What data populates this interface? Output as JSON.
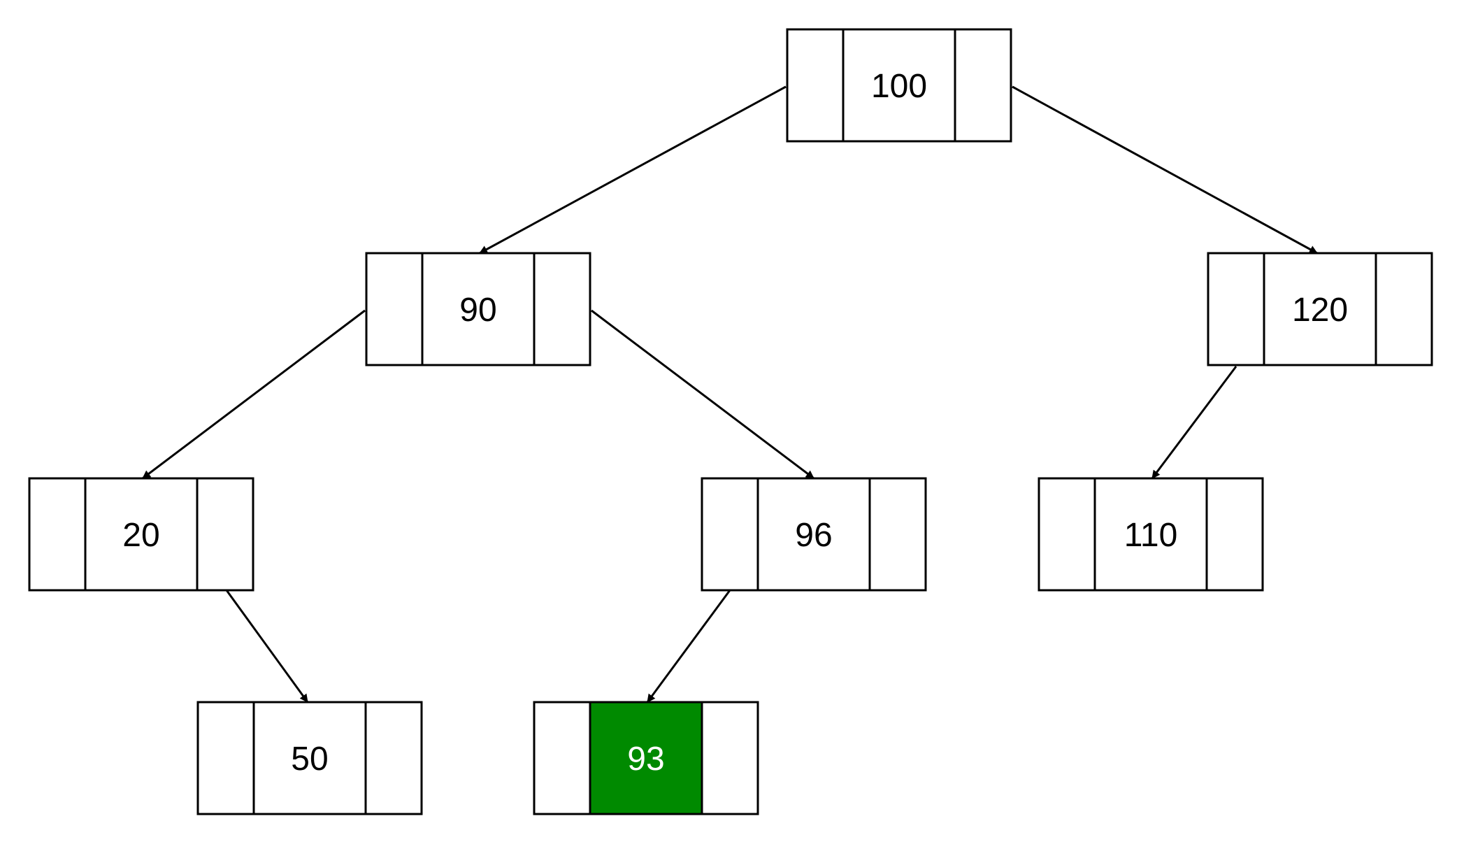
{
  "nodes": [
    {
      "id": "n100",
      "label": "100",
      "highlighted": false
    },
    {
      "id": "n90",
      "label": "90",
      "highlighted": false
    },
    {
      "id": "n120",
      "label": "120",
      "highlighted": false
    },
    {
      "id": "n20",
      "label": "20",
      "highlighted": false
    },
    {
      "id": "n96",
      "label": "96",
      "highlighted": false
    },
    {
      "id": "n110",
      "label": "110",
      "highlighted": false
    },
    {
      "id": "n50",
      "label": "50",
      "highlighted": false
    },
    {
      "id": "n93",
      "label": "93",
      "highlighted": true
    }
  ],
  "edges": [
    {
      "from": "n100",
      "to": "n90"
    },
    {
      "from": "n100",
      "to": "n120"
    },
    {
      "from": "n90",
      "to": "n20"
    },
    {
      "from": "n90",
      "to": "n96"
    },
    {
      "from": "n20",
      "to": "n50"
    },
    {
      "from": "n96",
      "to": "n93"
    },
    {
      "from": "n120",
      "to": "n110"
    }
  ],
  "colors": {
    "stroke": "#000000",
    "node_fill": "#ffffff",
    "highlight_fill": "#008a00",
    "highlight_text": "#ffffff",
    "text": "#000000"
  }
}
